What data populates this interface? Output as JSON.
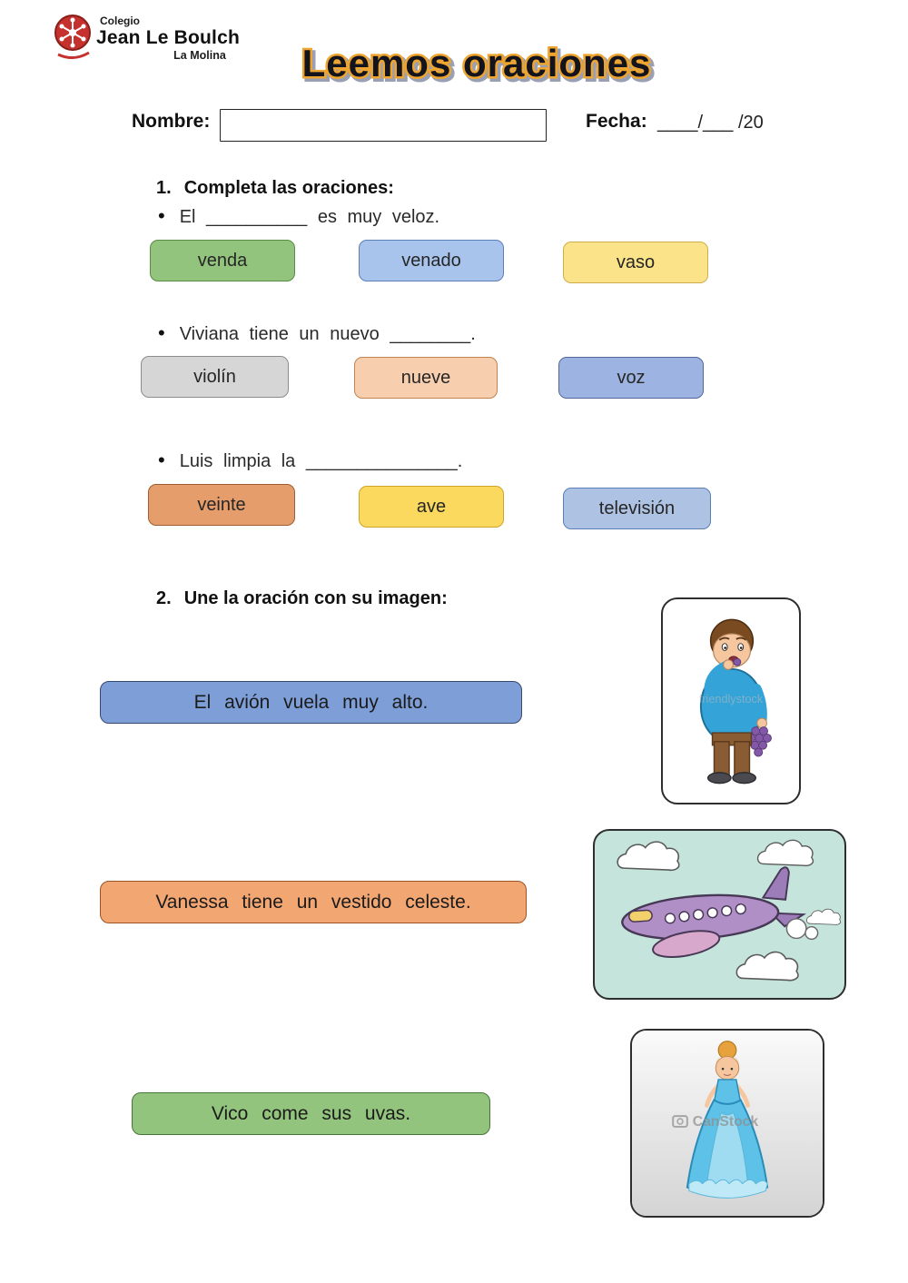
{
  "logo": {
    "small": "Colegio",
    "name": "Jean Le Boulch",
    "sub": "La Molina"
  },
  "title": "Leemos oraciones",
  "form": {
    "name_label": "Nombre:",
    "date_label": "Fecha:",
    "date_value": "____/___ /20"
  },
  "bullet": "•",
  "section1": {
    "number": "1.",
    "heading": "Completa las oraciones:",
    "items": [
      {
        "sentence": "El __________  es  muy  veloz.",
        "options": [
          {
            "label": "venda",
            "bg": "#93c47d",
            "border": "#5a8a44"
          },
          {
            "label": "venado",
            "bg": "#a9c4ec",
            "border": "#5b7fb5"
          },
          {
            "label": "vaso",
            "bg": "#fbe389",
            "border": "#d0ad4a"
          }
        ]
      },
      {
        "sentence": "Viviana  tiene  un  nuevo ________.",
        "options": [
          {
            "label": "violín",
            "bg": "#d6d6d6",
            "border": "#8c8c8c"
          },
          {
            "label": "nueve",
            "bg": "#f7cfae",
            "border": "#c08352"
          },
          {
            "label": "voz",
            "bg": "#9db4e2",
            "border": "#52689c"
          }
        ]
      },
      {
        "sentence": "Luis   limpia   la   _______________.",
        "options": [
          {
            "label": "veinte",
            "bg": "#e59d6b",
            "border": "#9e5c30"
          },
          {
            "label": "ave",
            "bg": "#fbd85e",
            "border": "#cfa428"
          },
          {
            "label": "televisión",
            "bg": "#aec2e4",
            "border": "#5b7fb5"
          }
        ]
      }
    ]
  },
  "section2": {
    "number": "2.",
    "heading": "Une la oración con su imagen:",
    "sentences": [
      {
        "text": "El  avión  vuela  muy  alto.",
        "bg": "#7d9ed6",
        "border": "#37486e"
      },
      {
        "text": "Vanessa   tiene   un   vestido   celeste.",
        "bg": "#f2a672",
        "border": "#9a5426"
      },
      {
        "text": "Vico   come   sus   uvas.",
        "bg": "#93c47d",
        "border": "#47763a"
      }
    ],
    "images": [
      {
        "name": "boy-eating-grapes",
        "watermark": "friendlystock"
      },
      {
        "name": "airplane-with-clouds",
        "watermark": ""
      },
      {
        "name": "princess-blue-dress",
        "watermark": "CanStock"
      }
    ]
  }
}
